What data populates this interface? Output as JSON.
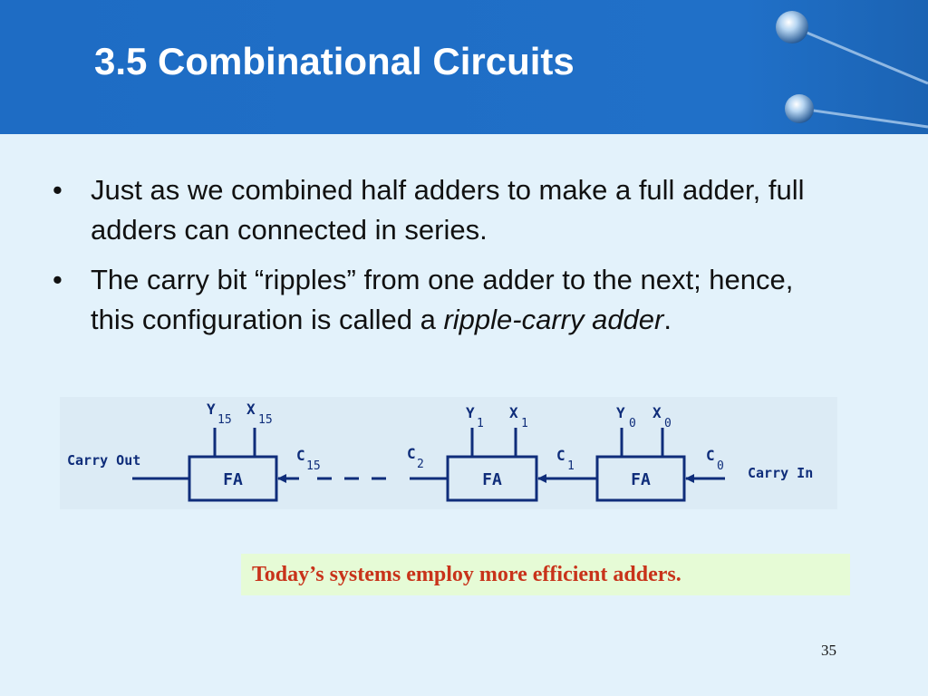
{
  "slide": {
    "title": "3.5 Combinational Circuits",
    "page_number": "35"
  },
  "bullets": [
    {
      "text": "Just as we combined half adders to make a full adder, full adders can connected in series."
    },
    {
      "text_before": "The carry bit “ripples” from one adder to the next; hence, this configuration is called a ",
      "emphasis": "ripple-carry adder",
      "text_after": "."
    }
  ],
  "bullet_symbol": "•",
  "diagram": {
    "carry_out_label": "Carry Out",
    "carry_in_label": "Carry In",
    "adders": [
      {
        "label": "FA",
        "y_sym": "Y",
        "y_sub": "15",
        "x_sym": "X",
        "x_sub": "15",
        "c_sym": "C",
        "c_sub": "15"
      },
      {
        "label": "FA",
        "y_sym": "Y",
        "y_sub": "1",
        "x_sym": "X",
        "x_sub": "1",
        "c_sym": "C",
        "c_sub": "1"
      },
      {
        "label": "FA",
        "y_sym": "Y",
        "y_sub": "0",
        "x_sym": "X",
        "x_sub": "0",
        "c_sym": "C",
        "c_sub": "0"
      }
    ],
    "c2_sym": "C",
    "c2_sub": "2",
    "line_color": "#0f2d7a"
  },
  "note": {
    "text": "Today’s systems employ more efficient adders.",
    "color": "#c8331a",
    "background": "#e6fbd6"
  },
  "colors": {
    "header_blue": "#1f6fc6",
    "background": "#e3f2fb"
  }
}
